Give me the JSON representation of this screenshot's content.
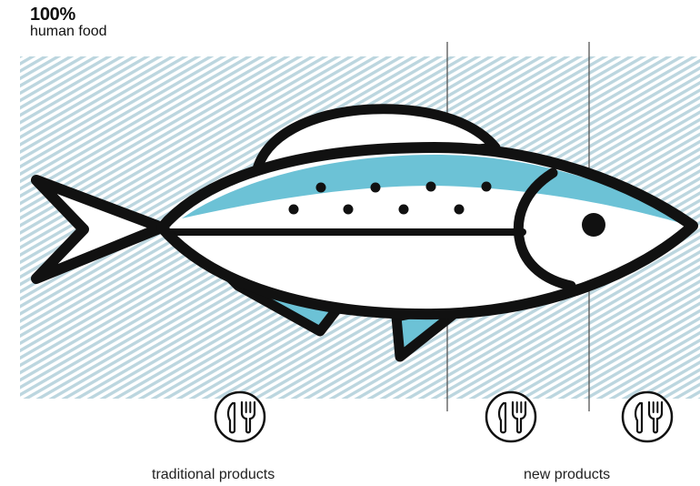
{
  "header": {
    "percentage": "100%",
    "label": "human food"
  },
  "sections": [
    {
      "label": "traditional products",
      "icon": "cutlery-icon"
    },
    {
      "label": "new products",
      "icon": "cutlery-icon"
    }
  ],
  "icons": {
    "product_icon": "cutlery-icon",
    "illustration": "fish-icon"
  },
  "colors": {
    "background_stripes": "#bcd6df",
    "fish_accent": "#6cc2d6",
    "outline": "#111111",
    "divider": "#555555"
  }
}
